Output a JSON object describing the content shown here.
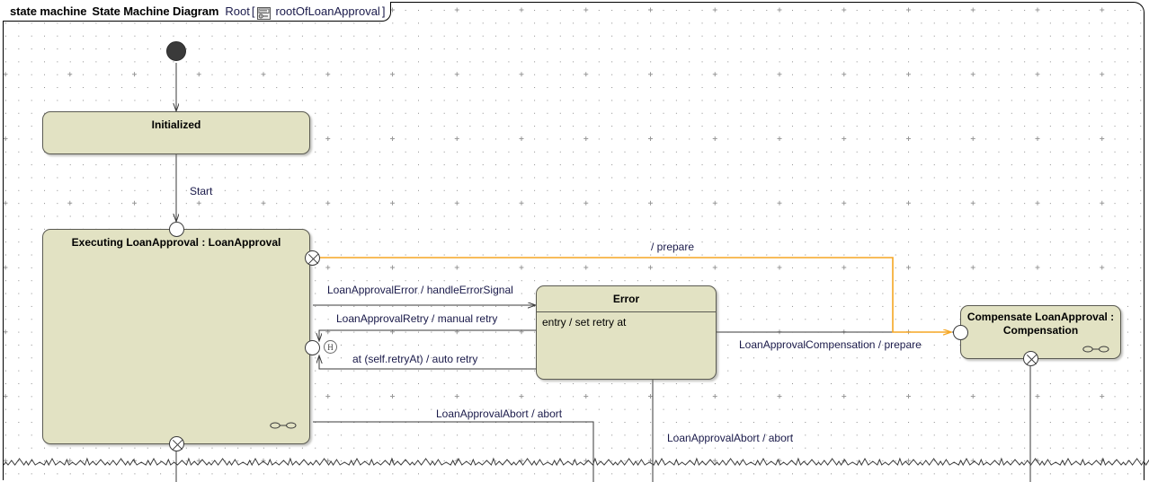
{
  "header": {
    "keyword": "state machine",
    "diagram_name": "State Machine Diagram",
    "root_label": "Root",
    "bracket_open": "[",
    "bracket_close": "]",
    "root_name": "rootOfLoanApproval",
    "icon": "state-machine-icon"
  },
  "colors": {
    "state_fill": "#e2e2c3",
    "state_border": "#5a5a52",
    "line": "#3a3a3a",
    "highlight": "#f5a623",
    "label_text": "#1a1a4a",
    "background": "#ffffff",
    "grid_dot": "#8a8a8a"
  },
  "states": [
    {
      "id": "initialized",
      "name": "Initialized",
      "title": "Initialized",
      "submachine": false
    },
    {
      "id": "executing",
      "name": "Executing LoanApproval : LoanApproval",
      "title": "Executing LoanApproval : LoanApproval",
      "submachine": true
    },
    {
      "id": "error",
      "name": "Error",
      "title": "Error",
      "body": "entry / set retry at",
      "submachine": false
    },
    {
      "id": "compensate",
      "name": "Compensate LoanApproval : Compensation",
      "title_line1": "Compensate LoanApproval :",
      "title_line2": "Compensation",
      "submachine": true
    }
  ],
  "pseudostates": [
    {
      "id": "initial-node",
      "kind": "initial"
    },
    {
      "id": "executing-entry-top",
      "kind": "entry-point"
    },
    {
      "id": "executing-exit-top",
      "kind": "exit-point"
    },
    {
      "id": "executing-entry-right",
      "kind": "entry-point"
    },
    {
      "id": "executing-history",
      "kind": "shallow-history",
      "label": "H"
    },
    {
      "id": "executing-exit-bottom",
      "kind": "exit-point"
    },
    {
      "id": "compensate-entry-left",
      "kind": "entry-point"
    },
    {
      "id": "compensate-exit-bottom",
      "kind": "exit-point"
    }
  ],
  "transitions": [
    {
      "id": "t-start",
      "label": "Start"
    },
    {
      "id": "t-prepare",
      "label": "/ prepare",
      "highlighted": true
    },
    {
      "id": "t-error",
      "label": "LoanApprovalError / handleErrorSignal"
    },
    {
      "id": "t-manual-retry",
      "label": "LoanApprovalRetry / manual retry"
    },
    {
      "id": "t-auto-retry",
      "label": "at (self.retryAt) / auto retry"
    },
    {
      "id": "t-compensation",
      "label": "LoanApprovalCompensation / prepare"
    },
    {
      "id": "t-abort-1",
      "label": "LoanApprovalAbort / abort"
    },
    {
      "id": "t-abort-2",
      "label": "LoanApprovalAbort / abort"
    }
  ]
}
